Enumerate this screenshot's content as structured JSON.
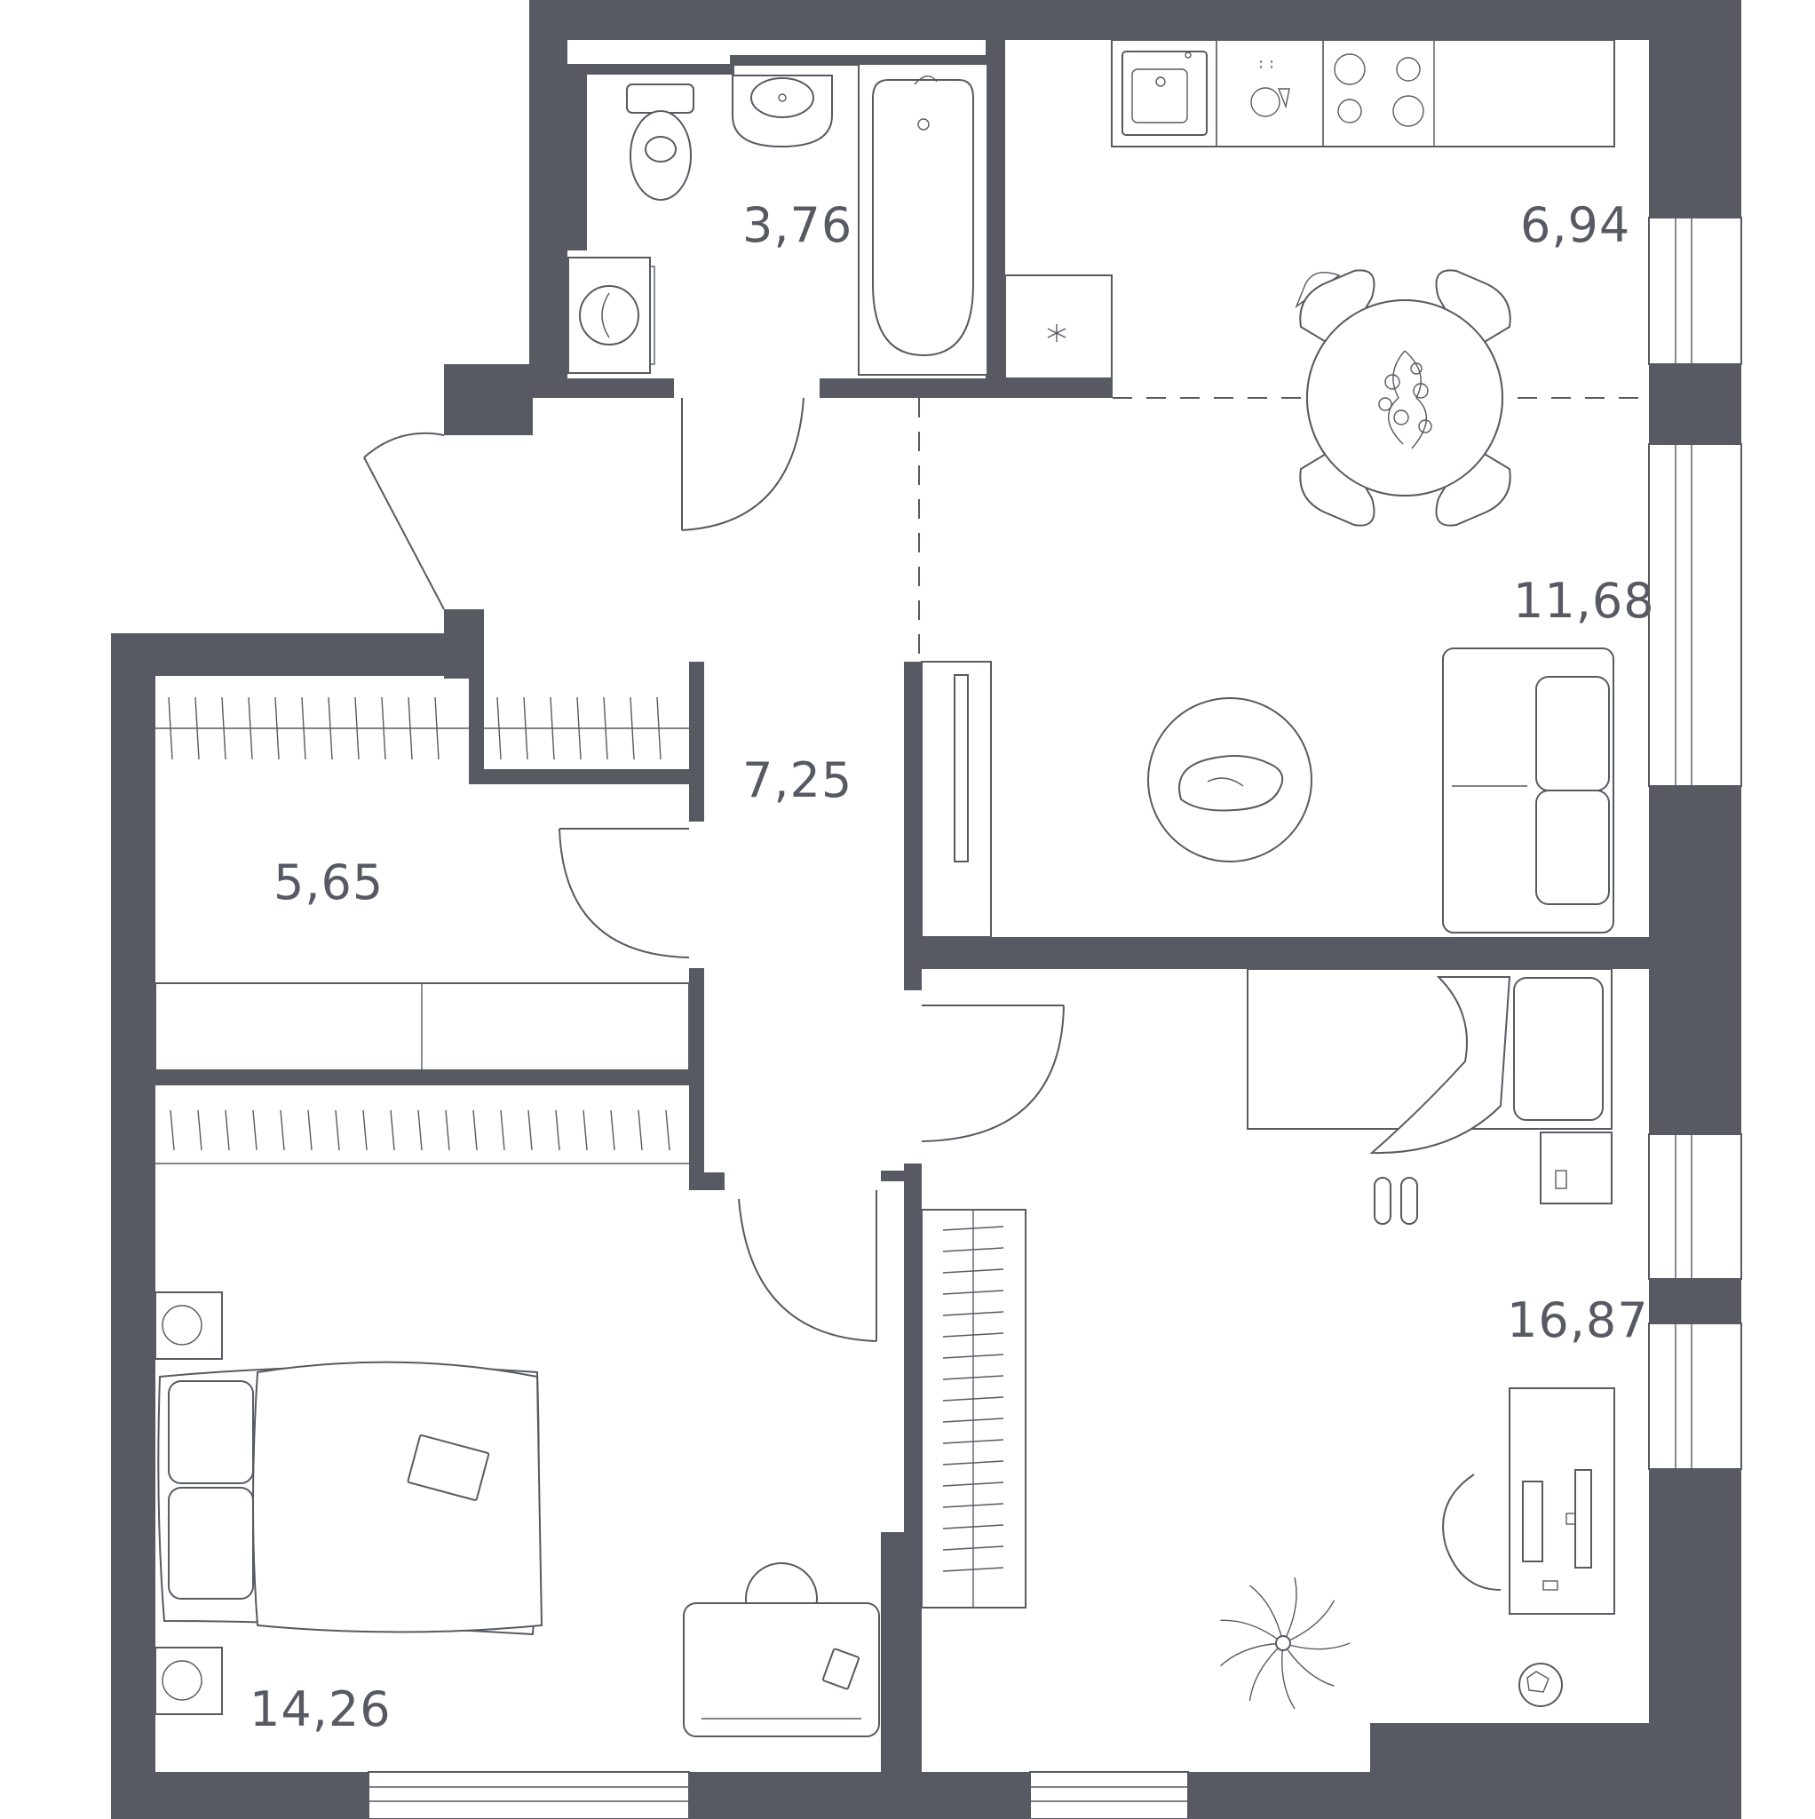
{
  "colors": {
    "wall": "#575a63",
    "line": "#575a63",
    "background": "#ffffff"
  },
  "rooms": [
    {
      "id": "bathroom",
      "area": "3,76"
    },
    {
      "id": "kitchen",
      "area": "6,94"
    },
    {
      "id": "living-room",
      "area": "11,68"
    },
    {
      "id": "hallway",
      "area": "7,25"
    },
    {
      "id": "wardrobe",
      "area": "5,65"
    },
    {
      "id": "bedroom-left",
      "area": "14,26"
    },
    {
      "id": "bedroom-right",
      "area": "16,87"
    }
  ],
  "icons": [
    "toilet-icon",
    "washbasin-icon",
    "bathtub-icon",
    "washing-machine-icon",
    "kitchen-sink-icon",
    "dishwasher-icon",
    "cooktop-icon",
    "fridge-icon",
    "dining-table-icon",
    "sofa-icon",
    "tv-stand-icon",
    "round-rug-icon",
    "sleeping-dog-icon",
    "double-bed-icon",
    "single-bed-icon",
    "nightstand-icon",
    "desk-icon",
    "chair-icon",
    "computer-icon",
    "houseplant-icon",
    "slippers-icon",
    "soccer-ball-icon",
    "wardrobe-icon",
    "door-icon",
    "window-icon"
  ]
}
